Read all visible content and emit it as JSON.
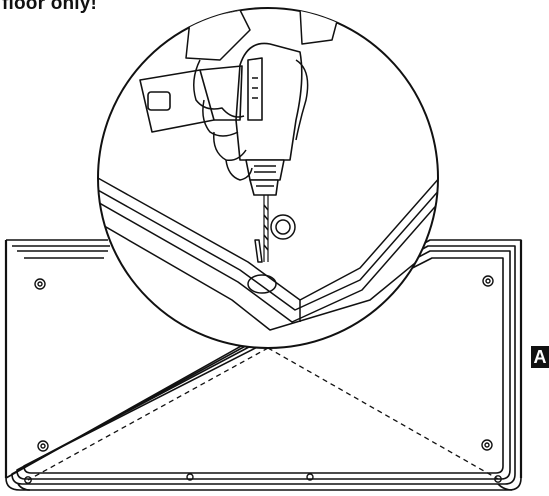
{
  "page": {
    "heading": "floor only!",
    "callout_label": "A"
  },
  "illustration": {
    "subject": "drilling-pilot-hole-through-door-corner",
    "icons": [
      "drill-icon",
      "hand-icon",
      "door-panel-icon",
      "magnifier-circle-icon"
    ],
    "colors": {
      "ink": "#111111",
      "paper": "#ffffff",
      "badge": "#111111"
    }
  }
}
